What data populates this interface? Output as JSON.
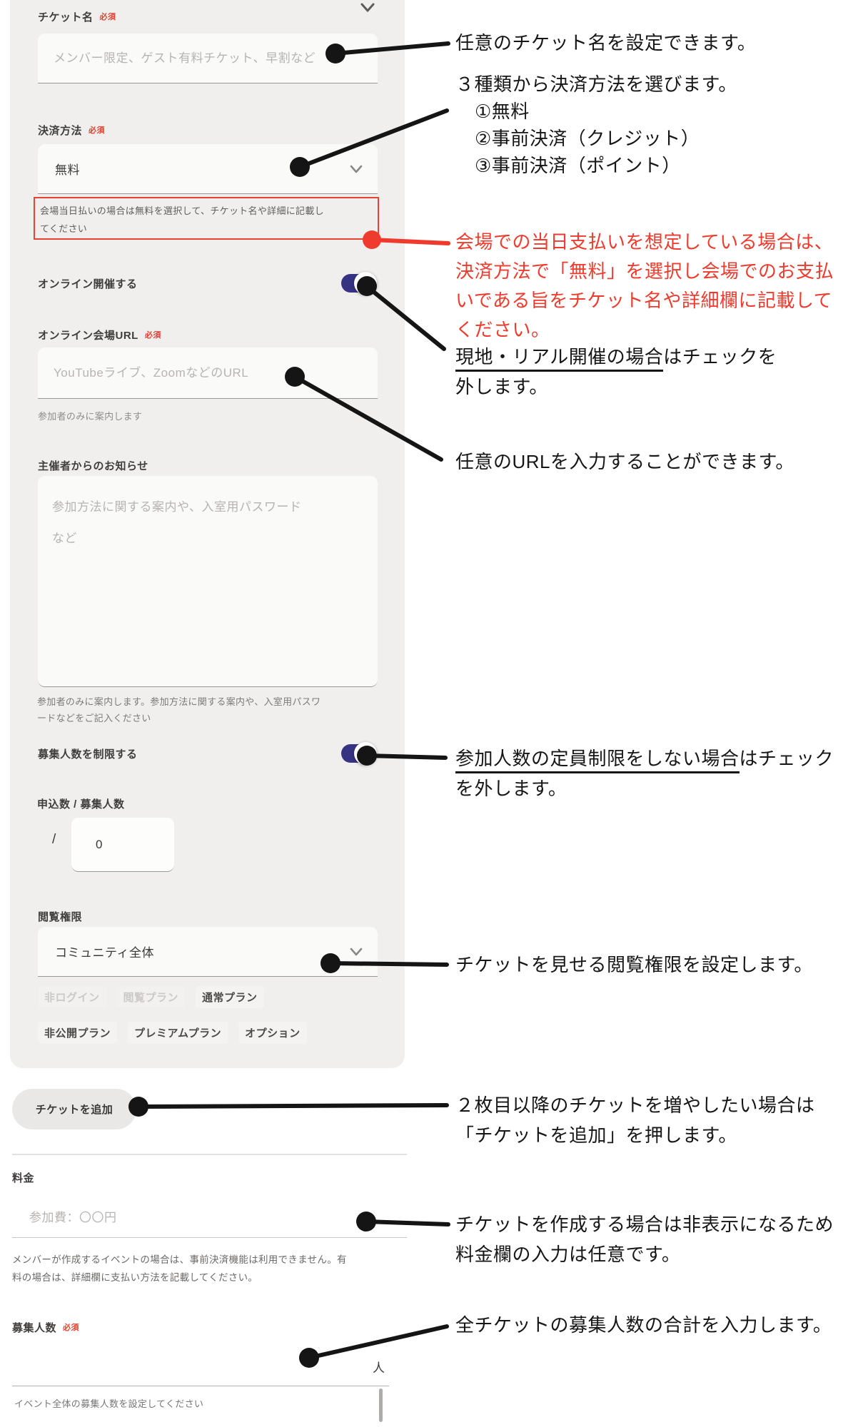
{
  "colors": {
    "required_red": "#e23e2e",
    "warning_red": "#ef3b2d",
    "toggle_indigo": "#373383",
    "panel_gray": "#f0efee"
  },
  "panel": {
    "ticket_name": {
      "label": "チケット名",
      "required": "必須",
      "placeholder": "メンバー限定、ゲスト有料チケット、早割など"
    },
    "payment": {
      "label": "決済方法",
      "required": "必須",
      "value": "無料",
      "warning_l1": "会場当日払いの場合は無料を選択して、チケット名や詳細に記載し",
      "warning_l2": "てください"
    },
    "online": {
      "label": "オンライン開催する"
    },
    "online_url": {
      "label": "オンライン会場URL",
      "required": "必須",
      "placeholder": "YouTubeライブ、ZoomなどのURL",
      "helper": "参加者のみに案内します"
    },
    "notice": {
      "label": "主催者からのお知らせ",
      "placeholder_l1": "参加方法に関する案内や、入室用パスワード",
      "placeholder_l2": "など",
      "helper_l1": "参加者のみに案内します。参加方法に関する案内や、入室用パスワ",
      "helper_l2": "ードなどをご記入ください"
    },
    "limit": {
      "label": "募集人数を制限する"
    },
    "applications": {
      "label": "申込数 / 募集人数",
      "slash": "/",
      "value": "0"
    },
    "visibility": {
      "label": "閲覧権限",
      "value": "コミュニティ全体",
      "plans": [
        "非ログイン",
        "閲覧プラン",
        "通常プラン",
        "非公開プラン",
        "プレミアムプラン",
        "オプション"
      ]
    }
  },
  "actions": {
    "add_ticket": "チケットを追加"
  },
  "fee": {
    "label": "料金",
    "placeholder": "参加費：〇〇円",
    "helper_l1": "メンバーが作成するイベントの場合は、事前決済機能は利用できません。有",
    "helper_l2": "料の場合は、詳細欄に支払い方法を記載してください。"
  },
  "capacity": {
    "label": "募集人数",
    "required": "必須",
    "unit": "人",
    "helper": "イベント全体の募集人数を設定してください"
  },
  "annotations": {
    "ticket_name": "任意のチケット名を設定できます。",
    "payment_title": "３種類から決済方法を選びます。",
    "payment_1": "①無料",
    "payment_2": "②事前決済（クレジット）",
    "payment_3": "③事前決済（ポイント）",
    "venue_pay_l1": "会場での当日支払いを想定している場合は、",
    "venue_pay_l2": "決済方法で「無料」を選択し会場でのお支払",
    "venue_pay_l3": "いである旨をチケット名や詳細欄に記載して",
    "venue_pay_l4": "ください。",
    "real_venue_u": "現地・リアル開催の場合",
    "real_venue_rest": "はチェックを",
    "real_venue_l2": "外します。",
    "url": "任意のURLを入力することができます。",
    "limit_u": "参加人数の定員制限をしない場合",
    "limit_rest": "はチェック",
    "limit_l2": "を外します。",
    "visibility": "チケットを見せる閲覧権限を設定します。",
    "add_l1": "２枚目以降のチケットを増やしたい場合は",
    "add_l2": "「チケットを追加」を押します。",
    "fee_l1": "チケットを作成する場合は非表示になるため",
    "fee_l2": "料金欄の入力は任意です。",
    "capacity": "全チケットの募集人数の合計を入力します。"
  }
}
